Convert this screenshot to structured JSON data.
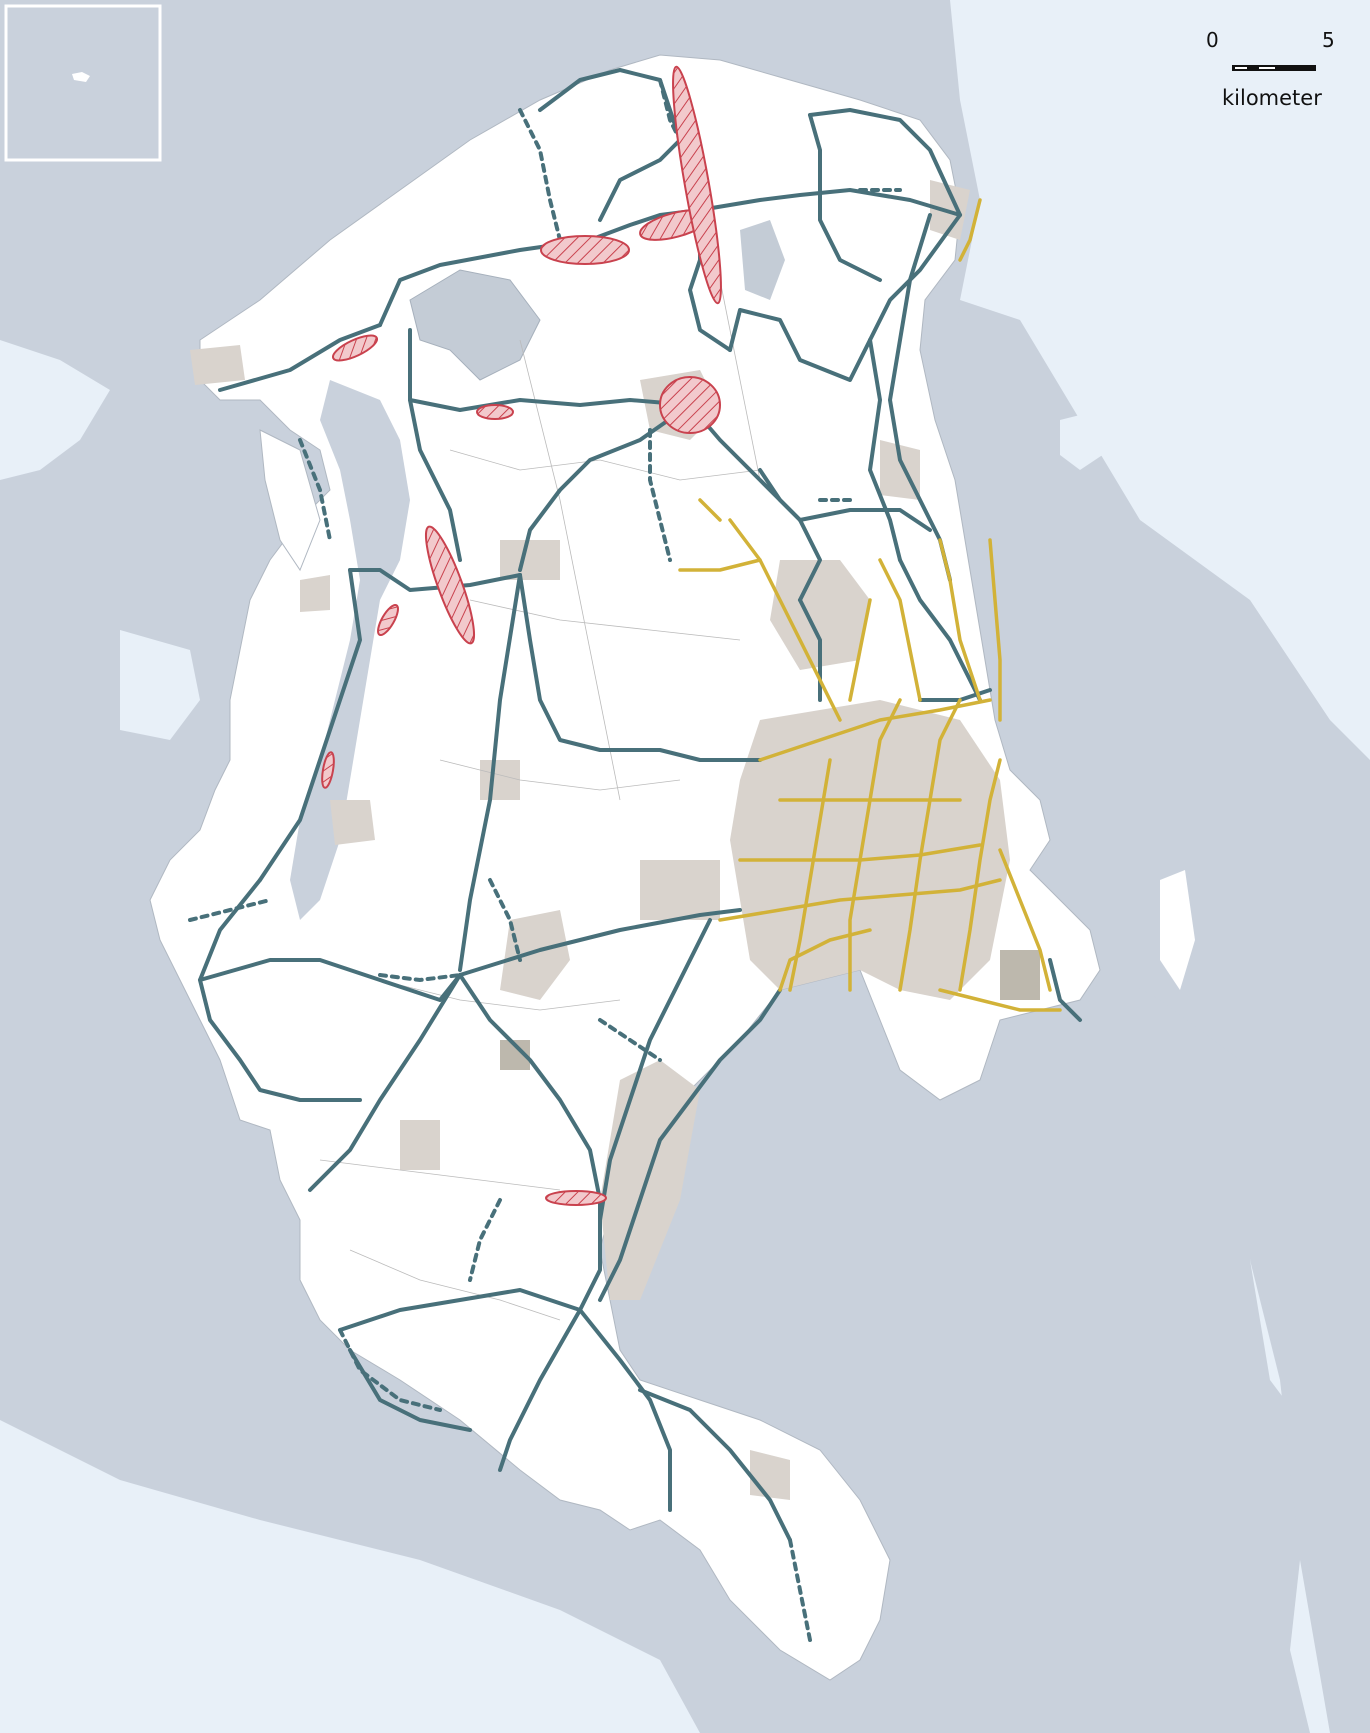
{
  "colors": {
    "sea": "#c9d1dc",
    "shallow_water": "#e8f0f8",
    "land": "#ffffff",
    "urban_area": "#d9d3cd",
    "lake": "#c4ccd6",
    "existing_road": "#48707a",
    "proposed_road_hatch": "#c9424e",
    "capital_road": "#d2b238",
    "municipality_border": "#b9b9b9"
  },
  "scale_bar": {
    "start_label": "0",
    "end_label": "5",
    "unit": "kilometer"
  },
  "inset_map": {
    "present": true
  },
  "legend": {
    "present": false
  }
}
